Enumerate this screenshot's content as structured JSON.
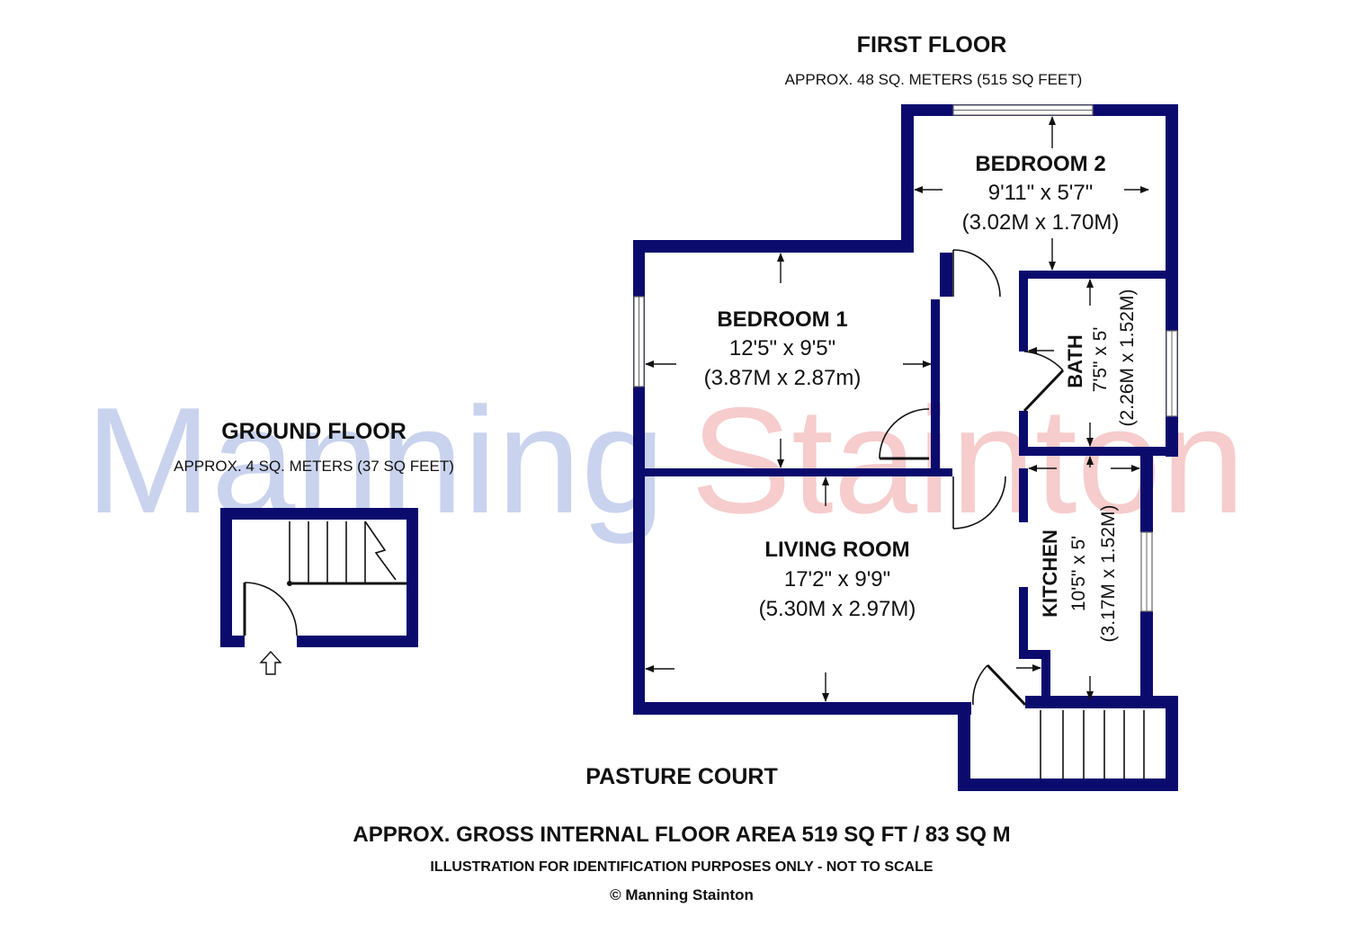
{
  "first_floor": {
    "title": "FIRST FLOOR",
    "area": "APPROX. 48 SQ. METERS (515 SQ FEET)"
  },
  "ground_floor": {
    "title": "GROUND FLOOR",
    "area": "APPROX. 4 SQ. METERS (37 SQ FEET)"
  },
  "rooms": {
    "bedroom2": {
      "name": "BEDROOM 2",
      "imperial": "9'11\" x 5'7\"",
      "metric": "(3.02M x 1.70M)"
    },
    "bedroom1": {
      "name": "BEDROOM 1",
      "imperial": "12'5\" x 9'5\"",
      "metric": "(3.87M x 2.87m)"
    },
    "bath": {
      "name": "BATH",
      "imperial": "7'5\" x 5'",
      "metric": "(2.26M x 1.52M)"
    },
    "living": {
      "name": "LIVING ROOM",
      "imperial": "17'2\" x 9'9\"",
      "metric": "(5.30M x 2.97M)"
    },
    "kitchen": {
      "name": "KITCHEN",
      "imperial": "10'5\" x 5'",
      "metric": "(3.17M x 1.52M)"
    }
  },
  "address": "PASTURE COURT",
  "footer": {
    "gross_area": "APPROX. GROSS INTERNAL FLOOR AREA 519 SQ FT / 83 SQ M",
    "disclaimer": "ILLUSTRATION FOR IDENTIFICATION PURPOSES ONLY - NOT TO SCALE",
    "copyright": "© Manning Stainton"
  },
  "watermark": {
    "part1": "Manning",
    "part2": "Stainton"
  },
  "colors": {
    "wall": "#0b0b6e",
    "watermark_blue": "#c9d3ee",
    "watermark_red": "#f6cccc"
  }
}
